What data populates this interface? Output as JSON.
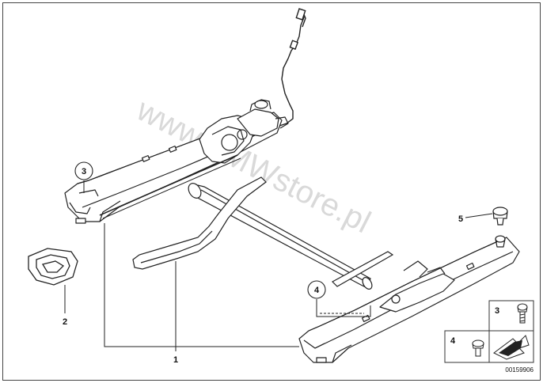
{
  "callouts": [
    {
      "id": "1",
      "label": "1"
    },
    {
      "id": "2",
      "label": "2"
    },
    {
      "id": "3",
      "label": "3"
    },
    {
      "id": "4",
      "label": "4"
    },
    {
      "id": "5",
      "label": "5"
    }
  ],
  "legend": {
    "top_label": "3",
    "bottom_label": "4"
  },
  "image_number": "00159906",
  "watermark": "www.BMWstore.pl"
}
